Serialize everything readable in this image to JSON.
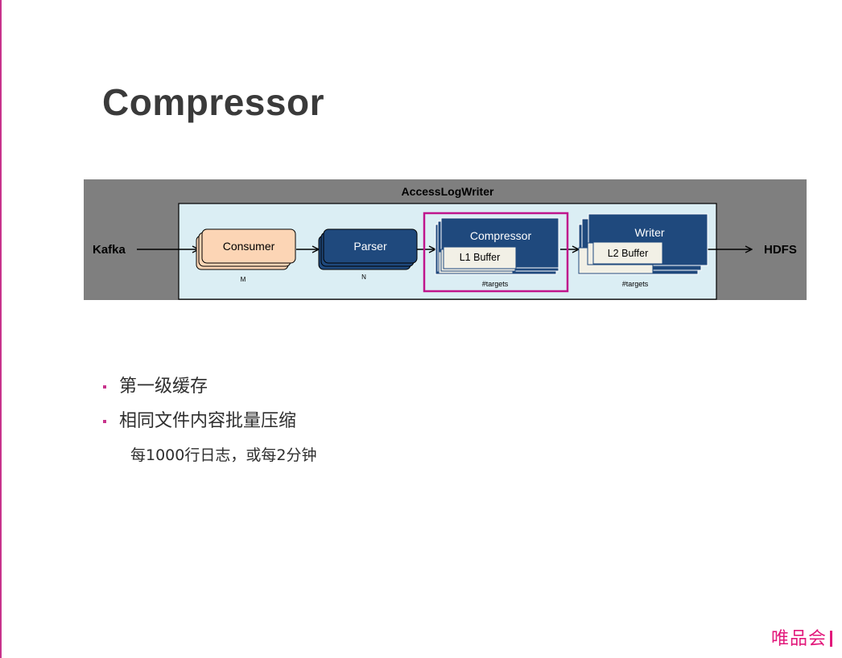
{
  "slide": {
    "title": "Compressor",
    "bullets": [
      {
        "text": "第一级缓存"
      },
      {
        "text": "相同文件内容批量压缩"
      }
    ],
    "sub_bullet": "每1000行日志，或每2分钟",
    "logo": "唯品会"
  },
  "diagram": {
    "container_label": "AccessLogWriter",
    "source": "Kafka",
    "sink": "HDFS",
    "stages": [
      {
        "label": "Consumer",
        "multiplicity": "M"
      },
      {
        "label": "Parser",
        "multiplicity": "N"
      },
      {
        "label": "Compressor",
        "buffer": "L1 Buffer",
        "multiplicity": "#targets",
        "highlighted": true
      },
      {
        "label": "Writer",
        "buffer": "L2 Buffer",
        "multiplicity": "#targets"
      }
    ],
    "colors": {
      "outer_bg": "#7f7f7f",
      "inner_bg": "#dbeef4",
      "consumer_fill": "#fcd5b5",
      "stage_fill": "#1f497d",
      "buffer_fill": "#f2f0e6",
      "highlight": "#c0148c",
      "accent": "#c8338c"
    }
  }
}
